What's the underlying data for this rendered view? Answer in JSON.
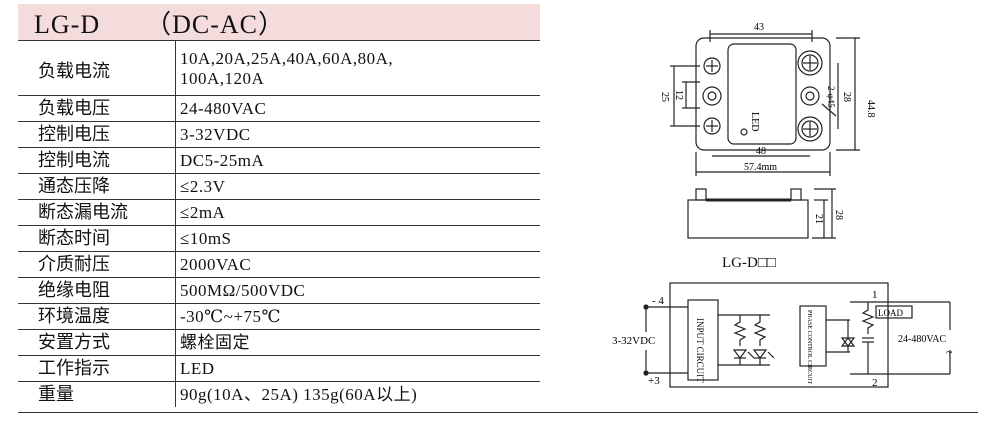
{
  "header": {
    "model": "LG-D",
    "type": "（DC-AC）"
  },
  "specs": [
    {
      "label": "负载电流",
      "value": "10A,20A,25A,40A,60A,80A,\n100A,120A"
    },
    {
      "label": "负载电压",
      "value": "24-480VAC"
    },
    {
      "label": "控制电压",
      "value": "3-32VDC"
    },
    {
      "label": "控制电流",
      "value": "DC5-25mA"
    },
    {
      "label": "通态压降",
      "value": "≤2.3V"
    },
    {
      "label": "断态漏电流",
      "value": "≤2mA"
    },
    {
      "label": "断态时间",
      "value": "≤10mS"
    },
    {
      "label": "介质耐压",
      "value": "2000VAC"
    },
    {
      "label": "绝缘电阻",
      "value": "500MΩ/500VDC"
    },
    {
      "label": "环境温度",
      "value": "-30℃~+75℃"
    },
    {
      "label": "安置方式",
      "value": "螺栓固定"
    },
    {
      "label": "工作指示",
      "value": "LED"
    },
    {
      "label": "重量",
      "value": "90g(10A、25A) 135g(60A以上)"
    }
  ],
  "top_view": {
    "dim_width": "43",
    "dim_height_total": "44.8",
    "dim_height_inner": "28",
    "dim_left_outer": "25",
    "dim_left_inner": "12",
    "dim_hole": "2-φ45",
    "dim_bottom_inner": "48",
    "dim_bottom_outer": "57.4mm",
    "led_label": "LED"
  },
  "side_view": {
    "dim_inner": "21",
    "dim_outer": "28"
  },
  "circuit": {
    "caption": "LG-D□□",
    "neg_terminal": "- 4",
    "pos_terminal": "+3",
    "control_voltage": "3-32VDC",
    "input_block": "INPUT CIRCUIT",
    "phase_block": "PHASE CONTROL CIRCUIT",
    "load": "LOAD",
    "load_terminal_1": "1",
    "load_terminal_2": "2",
    "load_voltage": "24-480VAC",
    "ac_symbol": "~"
  }
}
